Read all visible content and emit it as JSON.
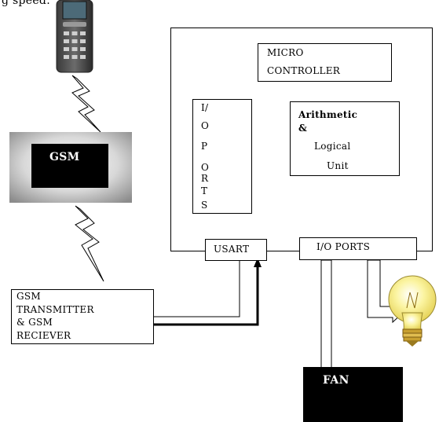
{
  "cut_text": "g speed.",
  "gsm_module": {
    "label": "GSM"
  },
  "micro_controller": {
    "line1": "MICRO",
    "line2": "CONTROLLER"
  },
  "alu": {
    "line1": "Arithmetic",
    "line2": "&",
    "line3": "Logical",
    "line4": "Unit"
  },
  "io_ports_vertical": [
    "I/",
    "O",
    "P",
    "O",
    "R",
    "T",
    "S"
  ],
  "usart": {
    "label": "USART"
  },
  "io_ports_bottom": {
    "label": "I/O PORTS"
  },
  "transceiver": {
    "line1": "GSM",
    "line2": "TRANSMITTER",
    "line3": "& GSM",
    "line4": "RECIEVER"
  },
  "fan": {
    "label": "FAN"
  },
  "colors": {
    "gsm_gradient_dark": "#8c8c8c",
    "gsm_gradient_light": "#ffffff",
    "fan_fill": "#000000",
    "bulb_glass": "#fbf4a0",
    "bulb_base": "#c8a030"
  },
  "icons": {
    "phone": "mobile-phone-icon",
    "bulb": "light-bulb-icon"
  }
}
